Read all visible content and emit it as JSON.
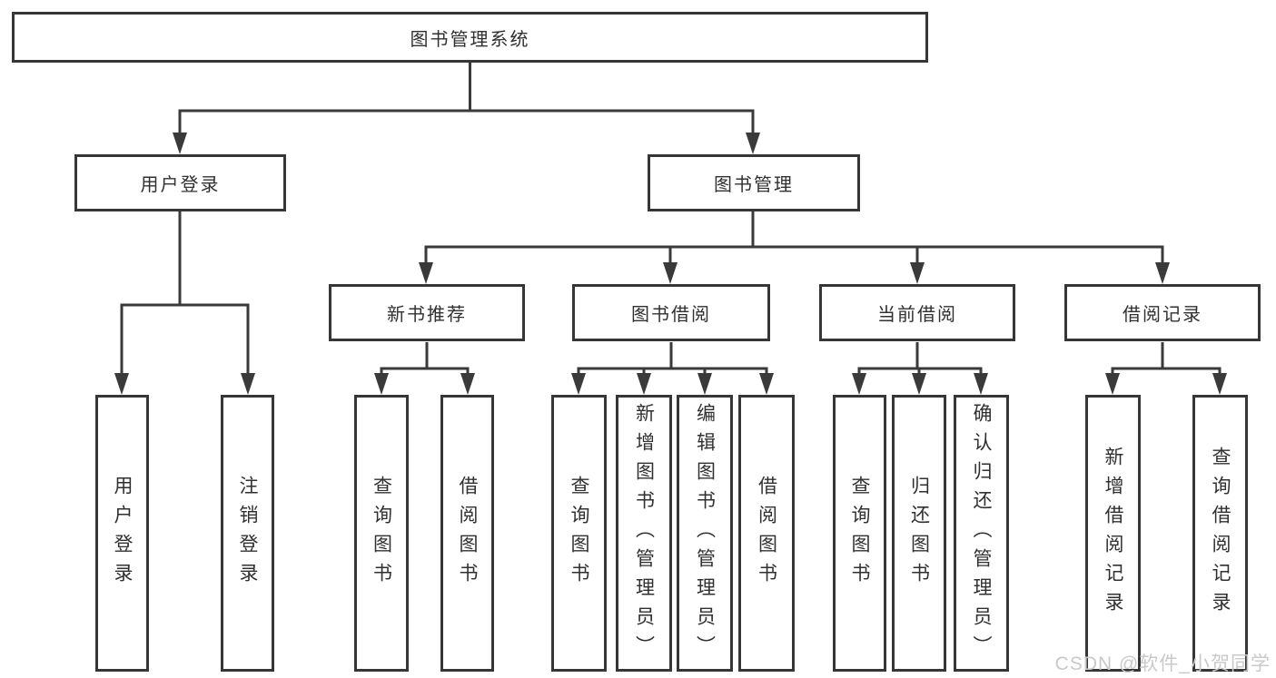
{
  "title": "图书管理系统",
  "tree": {
    "root": {
      "label": "图书管理系统"
    },
    "branches": [
      {
        "label": "用户登录",
        "children": [
          {
            "label": "用户登录"
          },
          {
            "label": "注销登录"
          }
        ]
      },
      {
        "label": "图书管理",
        "children": [
          {
            "label": "新书推荐",
            "children": [
              {
                "label": "查询图书"
              },
              {
                "label": "借阅图书"
              }
            ]
          },
          {
            "label": "图书借阅",
            "children": [
              {
                "label": "查询图书"
              },
              {
                "label": "新增图书（管理员）"
              },
              {
                "label": "编辑图书（管理员）"
              },
              {
                "label": "借阅图书"
              }
            ]
          },
          {
            "label": "当前借阅",
            "children": [
              {
                "label": "查询图书"
              },
              {
                "label": "归还图书"
              },
              {
                "label": "确认归还（管理员）"
              }
            ]
          },
          {
            "label": "借阅记录",
            "children": [
              {
                "label": "新增借阅记录"
              },
              {
                "label": "查询借阅记录"
              }
            ]
          }
        ]
      }
    ]
  },
  "watermark": "CSDN @软件_小贺同学",
  "colors": {
    "line": "#3a3a3a",
    "box_border": "#363636",
    "box_fill": "#ffffff",
    "text": "#303030",
    "watermark": "#c9c9c9",
    "background": "#ffffff"
  }
}
